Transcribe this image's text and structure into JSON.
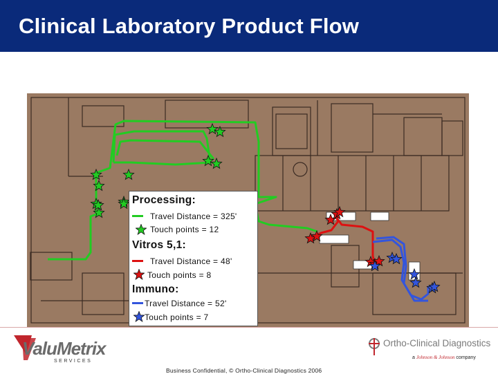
{
  "header": {
    "title": "Clinical Laboratory Product Flow"
  },
  "colors": {
    "header_bg": "#0a2a7a",
    "processing": "#22cc22",
    "vitros": "#dd1111",
    "immuno": "#3355dd"
  },
  "legend": {
    "processing_title": "Processing:",
    "processing_travel": "Travel Distance = 325'",
    "processing_touch": "Touch points = 12",
    "vitros_title": "Vitros 5,1:",
    "vitros_travel": "Travel Distance = 48'",
    "vitros_touch": "Touch points = 8",
    "immuno_title": "Immuno:",
    "immuno_travel": "Travel Distance = 52'",
    "immuno_touch": "Touch points = 7"
  },
  "footer": {
    "left_logo_main": "ValuMetrix",
    "left_logo_sub": "SERVICES",
    "right_logo_main": "Ortho-Clinical Diagnostics",
    "right_logo_sub_prefix": "a",
    "right_logo_sub_brand": "Johnson & Johnson",
    "right_logo_sub_suffix": "company",
    "confidential": "Business Confidential, © Ortho-Clinical Diagnostics 2006"
  }
}
